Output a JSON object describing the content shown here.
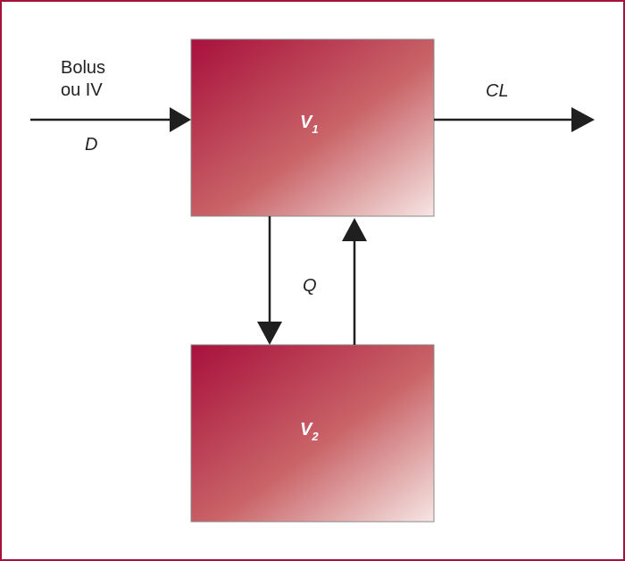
{
  "diagram": {
    "input_label_line1": "Bolus",
    "input_label_line2": "ou IV",
    "dose_label": "D",
    "clearance_label": "CL",
    "exchange_label": "Q",
    "compartment1": {
      "base": "V",
      "subscript": "1"
    },
    "compartment2": {
      "base": "V",
      "subscript": "2"
    },
    "colors": {
      "frame": "#a8103c",
      "box_dark": "#a8103c",
      "box_mid": "#c96468",
      "box_light": "#f6e6e4",
      "box_border": "#8a8a8a",
      "arrow": "#1f1f1f"
    }
  }
}
